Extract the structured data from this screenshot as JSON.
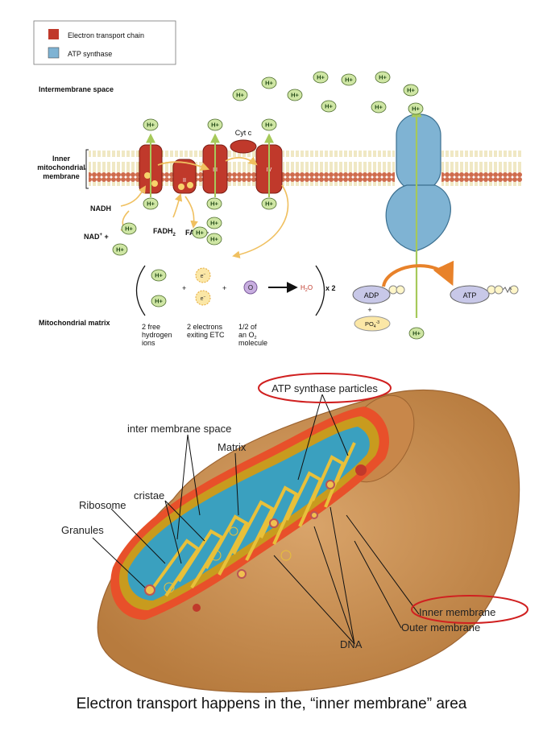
{
  "legend": {
    "etc": {
      "label": "Electron transport chain",
      "color": "#c0392b"
    },
    "atp": {
      "label": "ATP synthase",
      "color": "#7fb3d3"
    }
  },
  "top": {
    "intermembrane_space": "Intermembrane space",
    "inner_membrane": [
      "Inner",
      "mitochondrial",
      "membrane"
    ],
    "mito_matrix": "Mitochondrial matrix",
    "hplus": "H+",
    "hplus_alt": "H",
    "plus_sup": "+",
    "cyt_c": "Cyt c",
    "complexes": [
      "I",
      "II",
      "III",
      "IV"
    ],
    "nadh": "NADH",
    "nad_plus": "NAD",
    "fadh2_main": "FADH",
    "fadh2_sub": "2",
    "fad_plus": "FAD",
    "plus": "+",
    "electron": "e",
    "electron_sup": "−",
    "oxygen": "O",
    "water_h": "H",
    "water_sub": "2",
    "water_o": "O",
    "times_two": "x 2",
    "adp": "ADP",
    "atp": "ATP",
    "po4": "PO",
    "po4_sub": "4",
    "po4_sup": "-3",
    "desc_hydrogen": [
      "2 free",
      "hydrogen",
      "ions"
    ],
    "desc_electrons": [
      "2 electrons",
      "exiting ETC"
    ],
    "desc_oxygen_1": "1/2 of",
    "desc_oxygen_2": "an O",
    "desc_oxygen_2_sub": "2",
    "desc_oxygen_3": "molecule"
  },
  "bottom": {
    "atp_synthase_particles": "ATP synthase particles",
    "inter_membrane_space": "inter membrane space",
    "matrix": "Matrix",
    "cristae": "cristae",
    "ribosome": "Ribosome",
    "granules": "Granules",
    "inner_membrane": "Inner membrane",
    "outer_membrane": "Outer membrane",
    "dna": "DNA"
  },
  "caption": "Electron transport happens in the, “inner membrane” area"
}
